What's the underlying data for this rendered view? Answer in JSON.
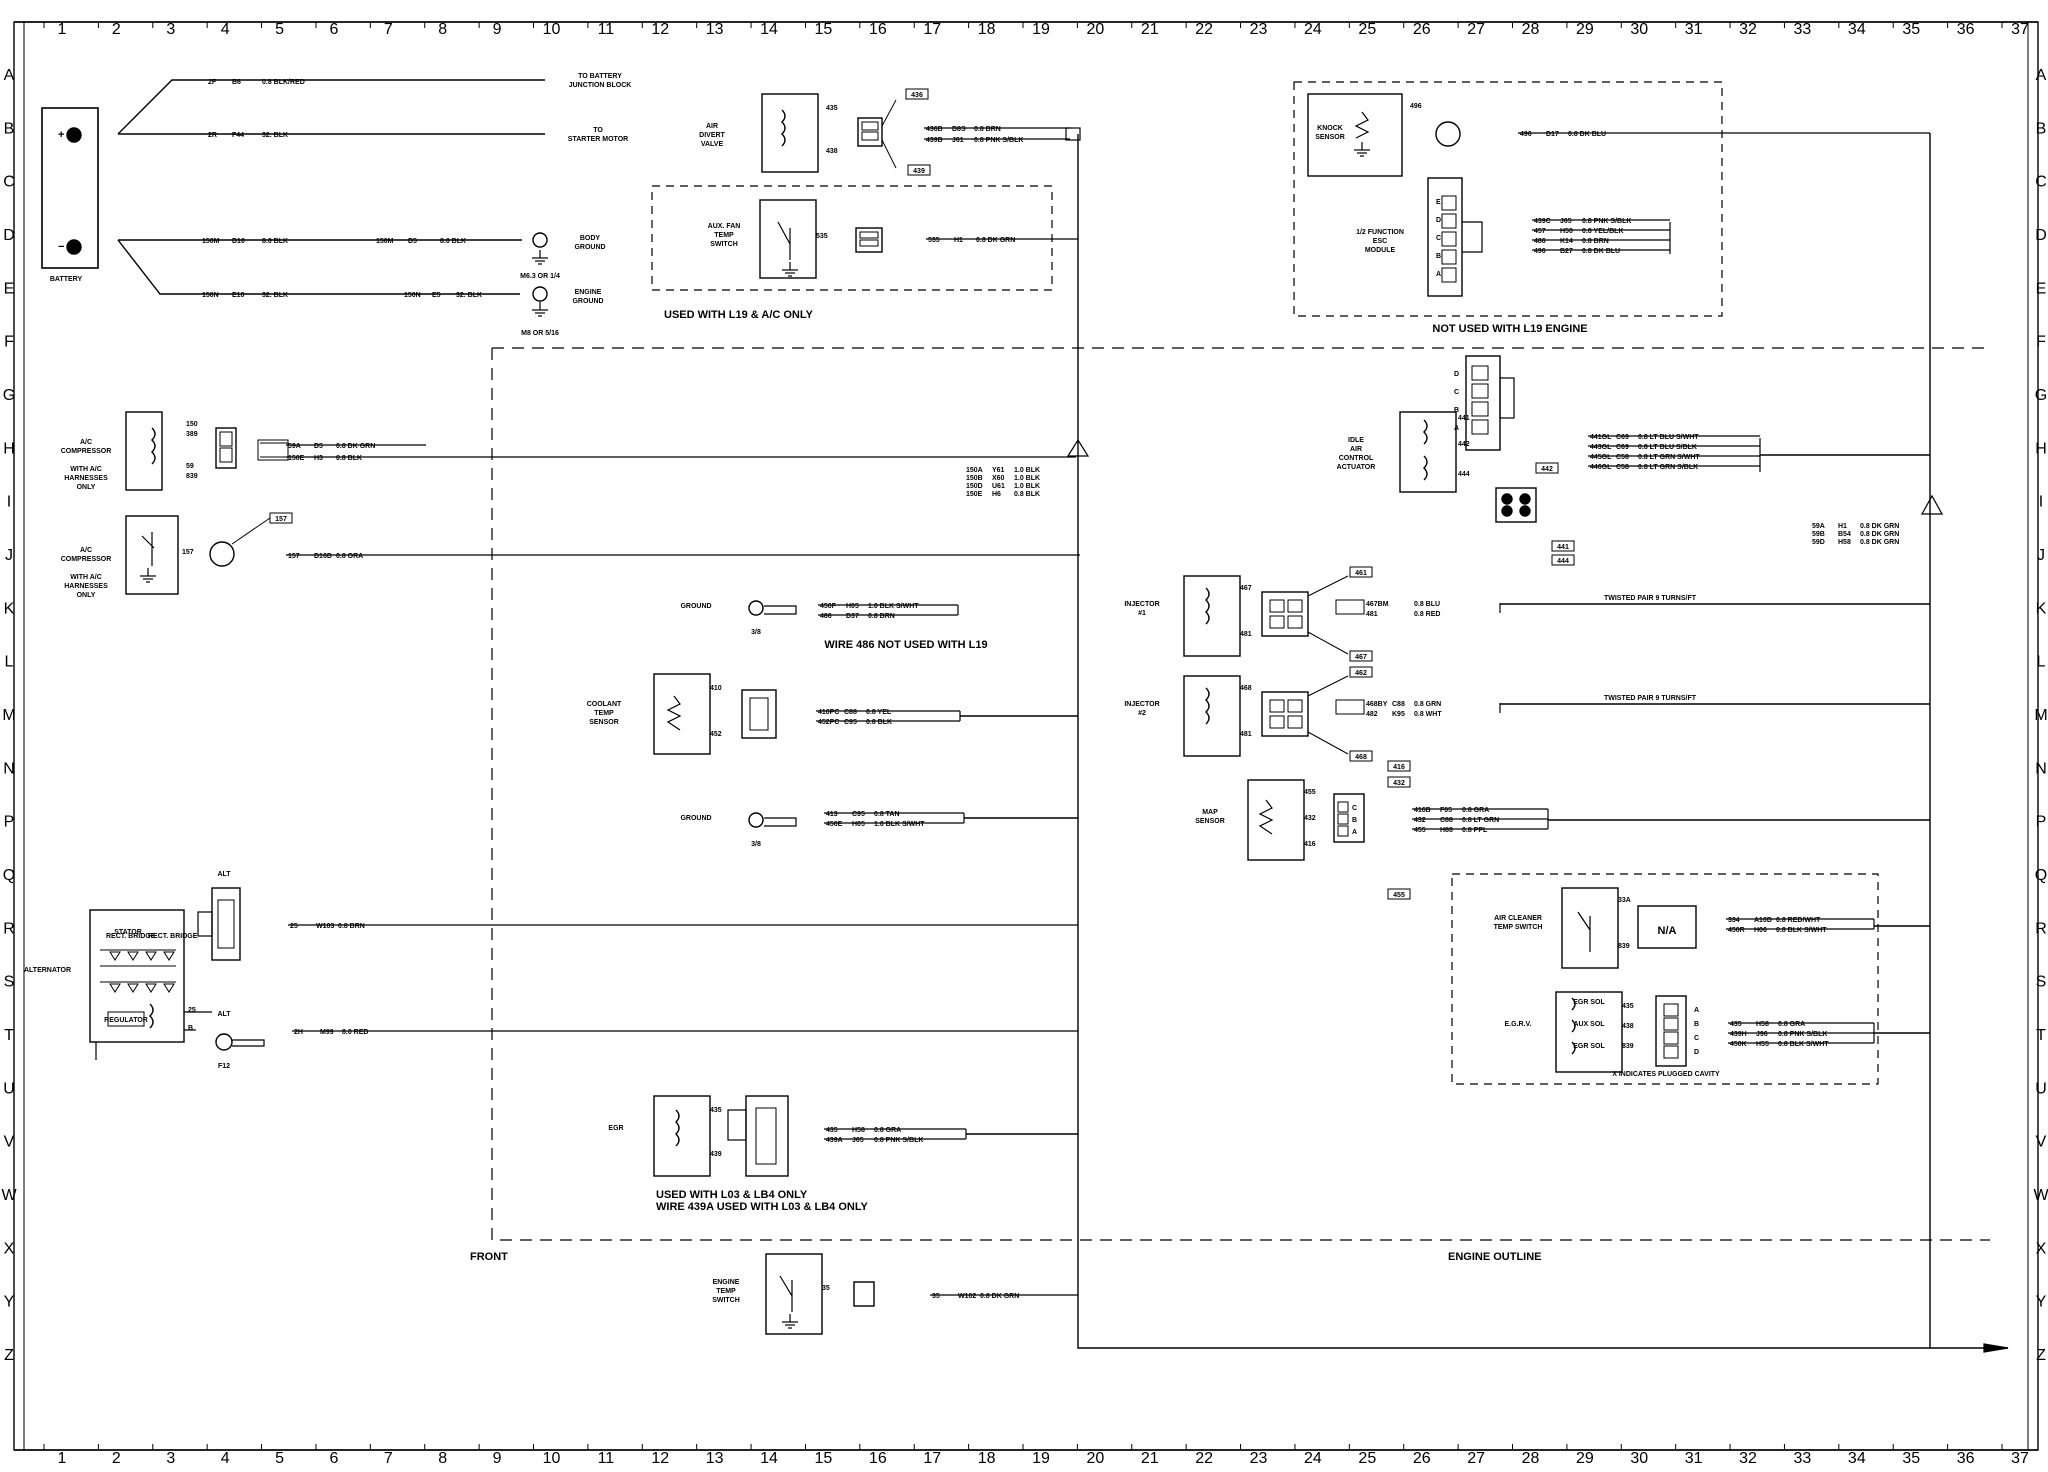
{
  "columns": [
    "1",
    "2",
    "3",
    "4",
    "5",
    "6",
    "7",
    "8",
    "9",
    "10",
    "11",
    "12",
    "13",
    "14",
    "15",
    "16",
    "17",
    "18",
    "19",
    "20",
    "21",
    "22",
    "23",
    "24",
    "25",
    "26",
    "27",
    "28",
    "29",
    "30",
    "31",
    "32",
    "33",
    "34",
    "35",
    "36",
    "37"
  ],
  "rows": [
    "A",
    "B",
    "C",
    "D",
    "E",
    "F",
    "G",
    "H",
    "I",
    "J",
    "K",
    "L",
    "M",
    "N",
    "P",
    "Q",
    "R",
    "S",
    "T",
    "U",
    "V",
    "W",
    "X",
    "Y",
    "Z"
  ],
  "battery": {
    "label": "BATTERY",
    "wires": [
      {
        "circuit": "2F",
        "splice": "B6",
        "gauge": "0.8 BLK/RED",
        "dest": [
          "TO BATTERY",
          "JUNCTION BLOCK"
        ]
      },
      {
        "circuit": "2R",
        "splice": "F44",
        "gauge": "32. BLK",
        "dest": [
          "TO",
          "STARTER MOTOR"
        ]
      },
      {
        "circuit": "150M",
        "splice": "D10",
        "gauge": "8.0 BLK",
        "circuit2": "150M",
        "splice2": "D5",
        "gauge2": "8.0 BLK",
        "dest": [
          "BODY",
          "GROUND"
        ]
      },
      {
        "circuit": "150N",
        "splice": "E10",
        "gauge": "32. BLK",
        "circuit2": "150N",
        "splice2": "E5",
        "gauge2": "32. BLK",
        "dest": [
          "ENGINE",
          "GROUND"
        ]
      }
    ],
    "ground_note1": "M6.3 OR 1/4",
    "ground_note2": "M8 OR 5/16"
  },
  "air_divert": {
    "label": [
      "AIR",
      "DIVERT",
      "VALVE"
    ],
    "pins": [
      "435",
      "438"
    ],
    "callouts": [
      "436",
      "439"
    ],
    "wires": [
      [
        "436B",
        "D8S",
        "0.8 BRN"
      ],
      [
        "439B",
        "J61",
        "0.8 PNK S/BLK"
      ]
    ]
  },
  "aux_fan": {
    "label": [
      "AUX. FAN",
      "TEMP",
      "SWITCH"
    ],
    "pin": "535",
    "wire": [
      "535",
      "H1",
      "0.8 DK GRN"
    ],
    "note": "USED WITH L19 & A/C ONLY"
  },
  "knock": {
    "label": [
      "KNOCK",
      "SENSOR"
    ],
    "pin": "496",
    "wire": [
      "496",
      "D17",
      "0.8 DK BLU"
    ]
  },
  "esc": {
    "label": [
      "1/2 FUNCTION",
      "ESC",
      "MODULE"
    ],
    "pins": [
      "E",
      "D",
      "C",
      "B",
      "A"
    ],
    "wires": [
      [
        "439C",
        "J65",
        "0.8 PNK S/BLK"
      ],
      [
        "457",
        "H50",
        "0.8 YEL/BLK"
      ],
      [
        "486",
        "K14",
        "0.8 BRN"
      ],
      [
        "496",
        "B27",
        "0.8 DK BLU"
      ]
    ],
    "note": "NOT USED WITH L19 ENGINE"
  },
  "ac_comp1": {
    "label": [
      "A/C",
      "COMPRESSOR",
      "",
      "WITH A/C",
      "HARNESSES",
      "ONLY"
    ],
    "pins": [
      "150",
      "59"
    ],
    "pinsb": [
      "389",
      "839"
    ],
    "wires": [
      [
        "59A",
        "D5",
        "0.8 DK GRN"
      ],
      [
        "150E",
        "H3",
        "0.8 BLK"
      ]
    ]
  },
  "ac_comp2": {
    "label": [
      "A/C",
      "COMPRESSOR",
      "",
      "WITH A/C",
      "HARNESSES",
      "ONLY"
    ],
    "pin": "157",
    "wire": [
      "157",
      "D16D",
      "0.8 ORA"
    ]
  },
  "splice_a": [
    [
      "150A",
      "Y61",
      "1.0 BLK"
    ],
    [
      "150B",
      "X60",
      "1.0 BLK"
    ],
    [
      "150D",
      "U61",
      "1.0 BLK"
    ],
    [
      "150E",
      "H6",
      "0.8 BLK"
    ]
  ],
  "splice_b": [
    [
      "59A",
      "H1",
      "0.8 DK GRN"
    ],
    [
      "59B",
      "B54",
      "0.8 DK GRN"
    ],
    [
      "59D",
      "H58",
      "0.8 DK GRN"
    ]
  ],
  "iac": {
    "label": [
      "IDLE",
      "AIR",
      "CONTROL",
      "ACTUATOR"
    ],
    "pins": [
      "441",
      "442",
      "443",
      "444"
    ],
    "wires": [
      [
        "441GL",
        "C69",
        "0.8 LT BLU S/WHT"
      ],
      [
        "443GL",
        "C69",
        "0.8 LT BLU S/BLK"
      ],
      [
        "445GL",
        "C58",
        "0.8 LT GRN S/WHT"
      ],
      [
        "446GL",
        "C58",
        "0.8 LT GRN S/BLK"
      ]
    ],
    "letters": [
      "D",
      "C",
      "B",
      "A"
    ]
  },
  "ground1": {
    "label": "GROUND",
    "ref": "3/8",
    "wires": [
      [
        "450F",
        "H05",
        "1.0 BLK S/WHT"
      ],
      [
        "486",
        "D37",
        "0.8 BRN"
      ]
    ],
    "note": "WIRE 486 NOT USED WITH L19"
  },
  "coolant": {
    "label": [
      "COOLANT",
      "TEMP",
      "SENSOR"
    ],
    "pins": [
      "410",
      "452"
    ],
    "wires": [
      [
        "410PC",
        "C88",
        "0.8 YEL"
      ],
      [
        "452PC",
        "C95",
        "0.8 BLK"
      ]
    ]
  },
  "ground2": {
    "label": "GROUND",
    "ref": "3/8",
    "wires": [
      [
        "413",
        "C95",
        "0.8 TAN"
      ],
      [
        "450E",
        "H05",
        "1.0 BLK S/WHT"
      ]
    ]
  },
  "inj1": {
    "label": [
      "INJECTOR",
      "#1"
    ],
    "pins": [
      "467",
      "481"
    ],
    "callouts": [
      "461",
      "467"
    ],
    "wires": [
      [
        "467BM",
        "",
        "0.8 BLU"
      ],
      [
        "481",
        "",
        "0.8 RED"
      ]
    ],
    "note": "TWISTED PAIR 9 TURNS/FT"
  },
  "inj2": {
    "label": [
      "INJECTOR",
      "#2"
    ],
    "pins": [
      "468",
      "481"
    ],
    "callouts": [
      "462",
      "468"
    ],
    "wires": [
      [
        "468BY",
        "C88",
        "0.8 GRN"
      ],
      [
        "482",
        "K95",
        "0.8 WHT"
      ]
    ],
    "note": "TWISTED PAIR 9 TURNS/FT"
  },
  "map": {
    "label": [
      "MAP",
      "SENSOR"
    ],
    "pins": [
      "455",
      "432",
      "416"
    ],
    "callouts": [
      "416",
      "432",
      "455"
    ],
    "wires": [
      [
        "416B",
        "F05",
        "0.8 GRA"
      ],
      [
        "432",
        "C88",
        "0.8 LT GRN"
      ],
      [
        "455",
        "H88",
        "0.8 PPL"
      ]
    ],
    "letters": [
      "C",
      "B",
      "A"
    ]
  },
  "alternator": {
    "label": "ALTERNATOR",
    "conn": "ALT",
    "pin25": "25",
    "pin2": "2H",
    "wires": [
      [
        "25",
        "W103",
        "0.8 BRN"
      ],
      [
        "2H",
        "M99",
        "8.0 RED"
      ]
    ],
    "inner": [
      "RECT. BRIDGE",
      "STATOR",
      "RECT. BRIDGE",
      "REGULATOR"
    ],
    "term": "ALT",
    "ref": "F12",
    "pinS": "25",
    "pinB": "B"
  },
  "aircleaner": {
    "label": [
      "AIR CLEANER",
      "TEMP SWITCH"
    ],
    "pins": [
      "33A",
      "839"
    ],
    "box": "N/A",
    "wires": [
      [
        "334",
        "A10D",
        "0.8 RED/WHT"
      ],
      [
        "450R",
        "H06",
        "0.8 BLK S/WHT"
      ]
    ]
  },
  "egr": {
    "label": "E.G.R.V.",
    "pins": [
      "435",
      "438",
      "839"
    ],
    "letters": [
      "A",
      "B",
      "C",
      "D"
    ],
    "wires": [
      [
        "435",
        "H58",
        "0.8 GRA"
      ],
      [
        "439H",
        "J96",
        "0.8 PNK S/BLK"
      ],
      [
        "450K",
        "H55",
        "0.8 BLK S/WHT"
      ]
    ],
    "note": "X INDICATES PLUGGED CAVITY",
    "inner": [
      "EGR SOL",
      "AUX SOL",
      "EGR SOL"
    ]
  },
  "egrsol": {
    "label": "EGR",
    "pins": [
      "435",
      "439"
    ],
    "wires": [
      [
        "435",
        "H58",
        "0.8 GRA"
      ],
      [
        "439A",
        "J65",
        "0.8 PNK S/BLK"
      ]
    ],
    "note1": "USED WITH L03 & LB4 ONLY",
    "note2": "WIRE 439A USED WITH L03 & LB4 ONLY"
  },
  "enginetemp": {
    "label": [
      "ENGINE",
      "TEMP",
      "SWITCH"
    ],
    "pin": "35",
    "wire": [
      "35",
      "W102",
      "0.8 DK GRN"
    ]
  },
  "front": "FRONT",
  "engine_outline": "ENGINE OUTLINE"
}
